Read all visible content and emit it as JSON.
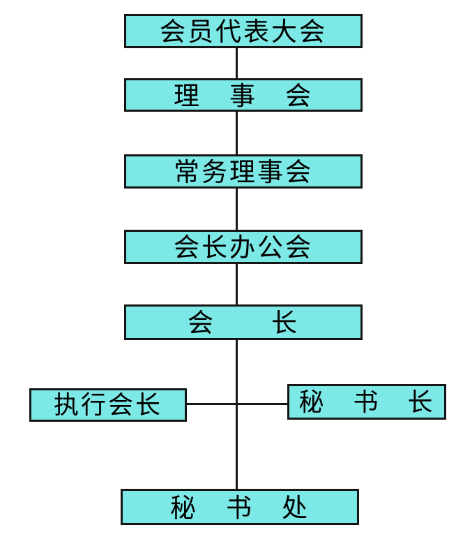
{
  "page": {
    "background_color": "#ffffff"
  },
  "diagram": {
    "type": "org-chart",
    "box_fill_color": "#7de9e6",
    "box_border_color": "#161616",
    "line_color": "#161616",
    "text_color": "#000000",
    "nodes": [
      {
        "id": "member-congress",
        "label": "会员代表大会"
      },
      {
        "id": "council",
        "label": "理　事　会"
      },
      {
        "id": "standing-council",
        "label": "常务理事会"
      },
      {
        "id": "president-office",
        "label": "会长办公会"
      },
      {
        "id": "president",
        "label": "会　　长"
      },
      {
        "id": "executive-president",
        "label": "执行会长"
      },
      {
        "id": "secretary-general",
        "label": "秘　书　长"
      },
      {
        "id": "secretariat",
        "label": "秘　书　处"
      }
    ],
    "edges": [
      {
        "from": "member-congress",
        "to": "council"
      },
      {
        "from": "council",
        "to": "standing-council"
      },
      {
        "from": "standing-council",
        "to": "president-office"
      },
      {
        "from": "president-office",
        "to": "president"
      },
      {
        "from": "president",
        "to": "executive-president"
      },
      {
        "from": "president",
        "to": "secretary-general"
      },
      {
        "from": "president",
        "to": "secretariat"
      }
    ]
  }
}
